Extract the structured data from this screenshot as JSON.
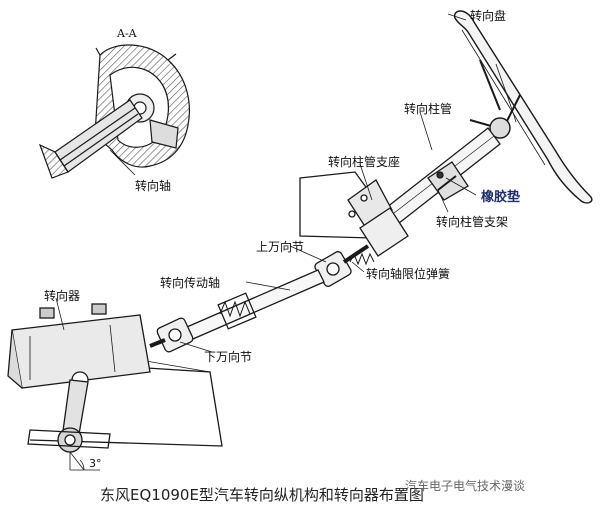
{
  "labels": {
    "section": "A-A",
    "steering_shaft_inset": "转向轴",
    "steering_wheel": "转向盘",
    "column_tube": "转向柱管",
    "column_support_seat": "转向柱管支座",
    "rubber_pad": "橡胶垫",
    "column_bracket": "转向柱管支架",
    "upper_ujoint": "上万向节",
    "transmission_shaft": "转向传动轴",
    "limit_spring": "转向轴限位弹簧",
    "steering_gear": "转向器",
    "lower_ujoint": "下万向节",
    "angle": "3°"
  },
  "caption": "东风EQ1090E型汽车转向纵机构和转向器布置图",
  "watermark": "汽车电子电气技术漫谈",
  "colors": {
    "line": "#1a1a1a",
    "fill": "#f2f2f2",
    "hatch": "#555555",
    "blue_label": "#1f2f6e"
  }
}
